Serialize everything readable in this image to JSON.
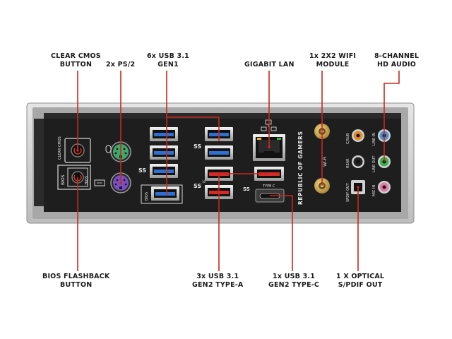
{
  "labels": {
    "clear_cmos": [
      "CLEAR CMOS",
      "BUTTON"
    ],
    "ps2": [
      "2x PS/2"
    ],
    "usb31_gen1": [
      "6x USB 3.1",
      "GEN1"
    ],
    "gigabit_lan": [
      "GIGABIT LAN"
    ],
    "wifi": [
      "1x 2X2 WIFI",
      "MODULE"
    ],
    "hd_audio": [
      "8-CHANNEL",
      "HD AUDIO"
    ],
    "bios_flashback": [
      "BIOS FLASHBACK",
      "BUTTON"
    ],
    "usb31_gen2_a": [
      "3x USB 3.1",
      "GEN2 TYPE-A"
    ],
    "usb31_gen2_c": [
      "1x USB 3.1",
      "GEN2 TYPE-C"
    ],
    "optical": [
      "1 X OPTICAL",
      "S/PDIF OUT"
    ]
  },
  "panel_text": {
    "clear_cmos": "CLEAR CMOS",
    "bios": "BIOS",
    "bios_box": "BIOS",
    "bios_usb": "BIOS",
    "type_c": "TYPE C",
    "rog": "REPUBLIC OF GAMERS",
    "wifi": "Wi-Fi",
    "c_sub": "C/SUB",
    "rear": "REAR",
    "spdif_out": "SPDIF OUT",
    "line_in": "LINE IN",
    "line_out": "LINE OUT",
    "mic_in": "MIC IN",
    "ss": "SS",
    "ss10": "10"
  },
  "colors": {
    "leader": "#c8281e",
    "panel_frame": "#cfcfcf",
    "panel_body": "#1e1e1e",
    "usb_gen1": "#2f6fd0",
    "usb_gen2": "#d42a2a",
    "ps2_mouse": "#3fa86a",
    "ps2_keyboard": "#7a4fc4",
    "audio_orange": "#e08a2a",
    "audio_blue": "#4a8fd8",
    "audio_green": "#3bb04a",
    "audio_pink": "#e07aa0"
  }
}
